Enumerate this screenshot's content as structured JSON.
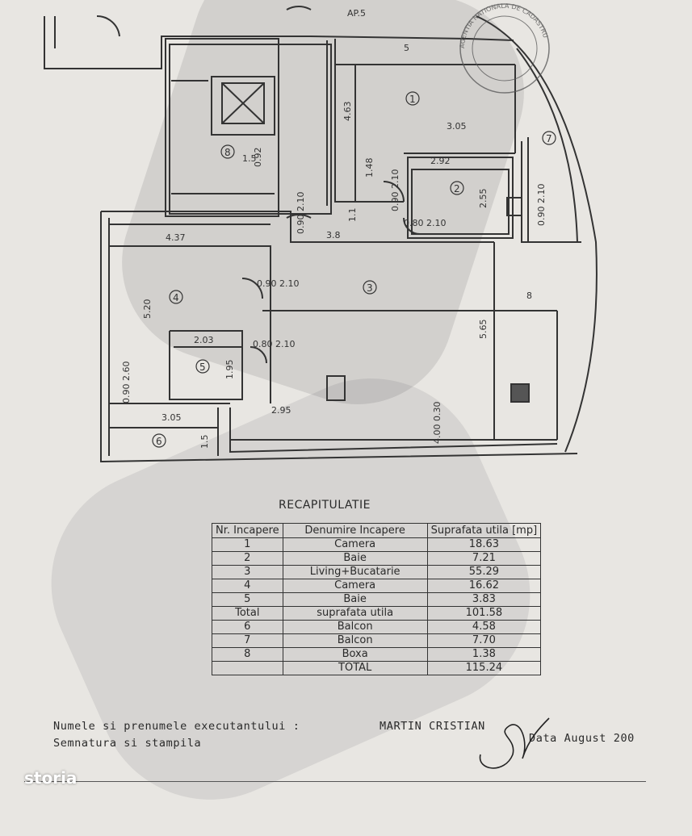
{
  "plan": {
    "header_text": "AP.5",
    "rooms": [
      "1",
      "2",
      "3",
      "4",
      "5",
      "6",
      "7",
      "8"
    ],
    "dims": {
      "d_5": "5",
      "d_463": "4.63",
      "d_305_top": "3.05",
      "d_292": "2.92",
      "d_148": "1.48",
      "d_255": "2.55",
      "d_092": "0.92",
      "d_15a": "1.5",
      "d_090_210_a": "0.90 2.10",
      "d_090_210_b": "0.90 2.10",
      "d_080_210_a": "0.80 2.10",
      "d_090_210_c": "0.90 2.10",
      "d_11": "1.1",
      "d_38": "3.8",
      "d_437": "4.37",
      "d_520": "5.20",
      "d_090_210_d": "0.90 2.10",
      "d_565": "5.65",
      "d_8": "8",
      "d_203": "2.03",
      "d_195": "1.95",
      "d_080_210_b": "0.80 2.10",
      "d_090_260": "0.90 2.60",
      "d_305_bot": "3.05",
      "d_295": "2.95",
      "d_15b": "1.5",
      "d_400_030": "4.00 0.30"
    },
    "stamp_text": "AGENTIA NATIONALA DE CADASTRU"
  },
  "recap": {
    "title": "RECAPITULATIE",
    "headers": [
      "Nr. Incapere",
      "Denumire Incapere",
      "Suprafata utila [mp]"
    ],
    "rows": [
      [
        "1",
        "Camera",
        "18.63"
      ],
      [
        "2",
        "Baie",
        "7.21"
      ],
      [
        "3",
        "Living+Bucatarie",
        "55.29"
      ],
      [
        "4",
        "Camera",
        "16.62"
      ],
      [
        "5",
        "Baie",
        "3.83"
      ]
    ],
    "subtotal": [
      "Total",
      "suprafata utila",
      "101.58"
    ],
    "extra_rows": [
      [
        "6",
        "Balcon",
        "4.58"
      ],
      [
        "7",
        "Balcon",
        "7.70"
      ],
      [
        "8",
        "Boxa",
        "1.38"
      ]
    ],
    "total": [
      "",
      "TOTAL",
      "115.24"
    ]
  },
  "footer": {
    "line1": "Numele si prenumele executantului :",
    "name": "MARTIN CRISTIAN",
    "line2": "Semnatura si stampila",
    "date": "Data August 200"
  },
  "brand": {
    "logo_text": "storia"
  }
}
